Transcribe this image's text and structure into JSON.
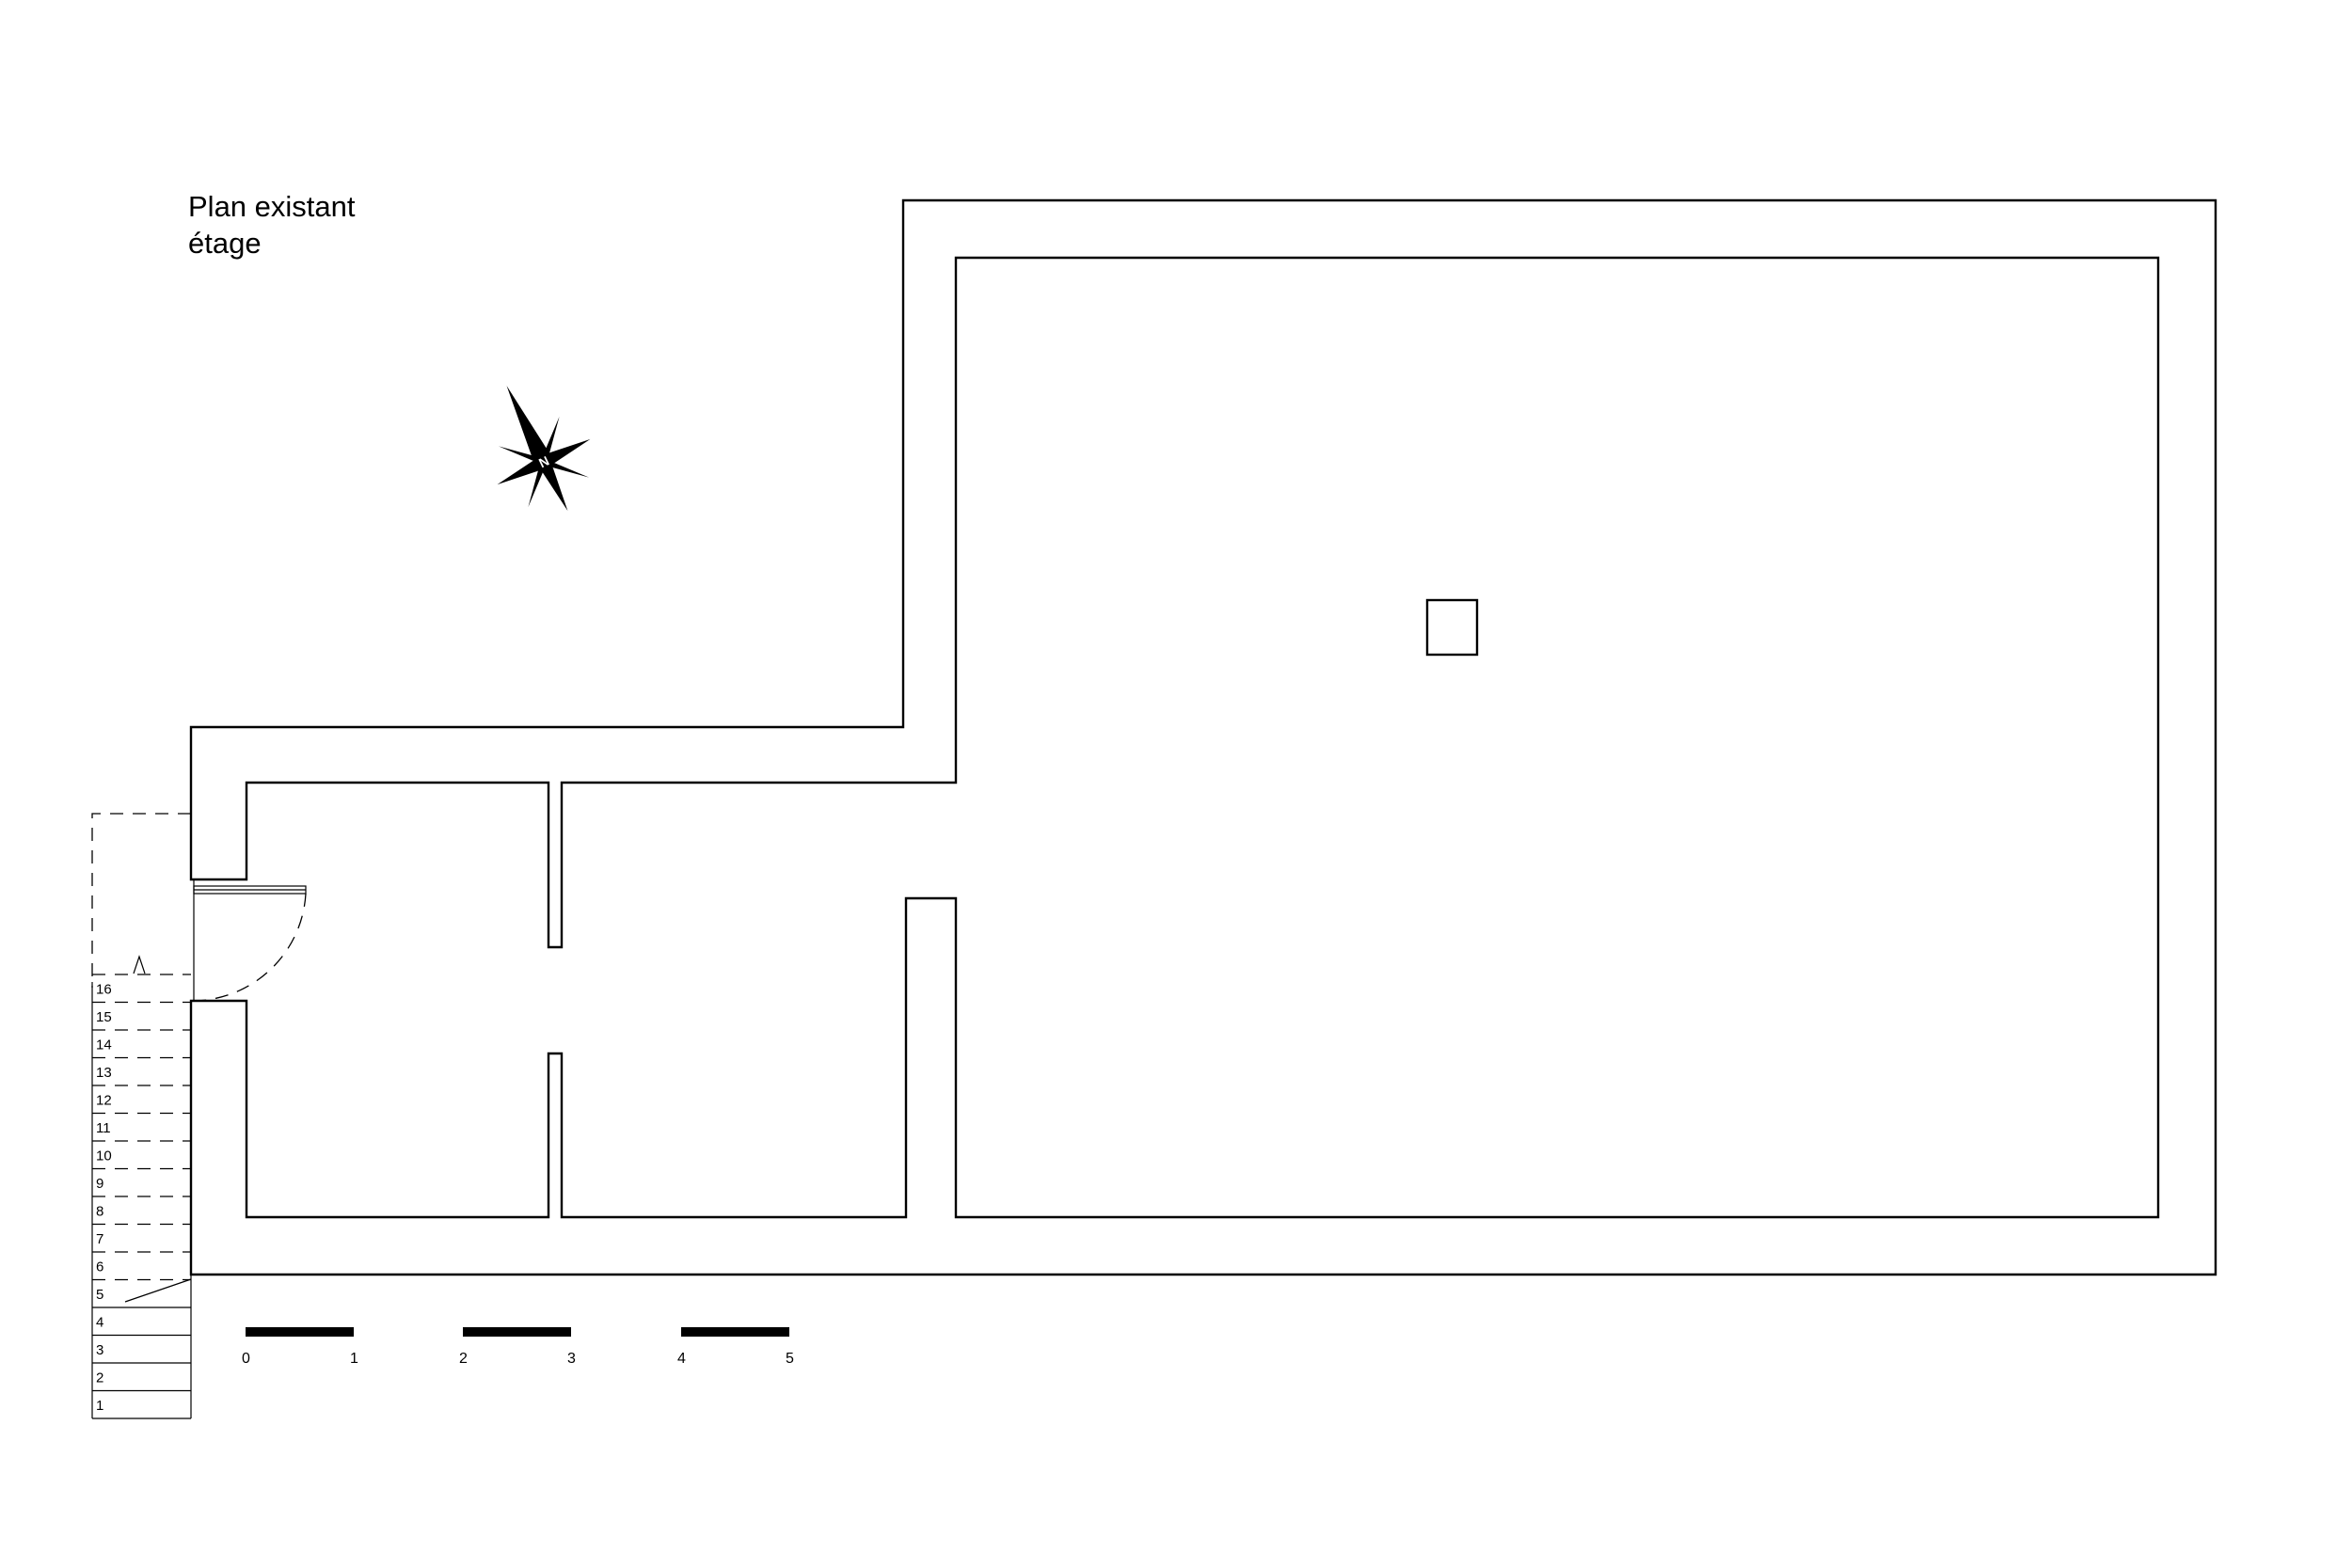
{
  "title": {
    "line1": "Plan existant",
    "line2": "étage"
  },
  "compass": {
    "icon": "north-arrow-icon",
    "letter": "N"
  },
  "stair": {
    "steps": [
      "1",
      "2",
      "3",
      "4",
      "5",
      "6",
      "7",
      "8",
      "9",
      "10",
      "11",
      "12",
      "13",
      "14",
      "15",
      "16"
    ]
  },
  "scale_bar": {
    "labels": [
      "0",
      "1",
      "2",
      "3",
      "4",
      "5"
    ]
  },
  "colors": {
    "ink": "#000000",
    "paper": "#ffffff"
  }
}
